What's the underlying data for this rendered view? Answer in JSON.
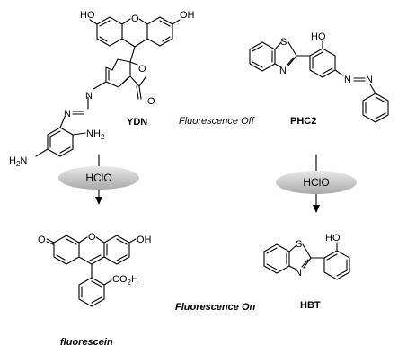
{
  "compounds": {
    "ydn": "YDN",
    "phc2": "PHC2",
    "fluorescein": "fluorescein",
    "hbt": "HBT"
  },
  "reagent": {
    "left": "HClO",
    "right": "HClO"
  },
  "annotations": {
    "off": "Fluorescence Off",
    "on": "Fluorescence On"
  },
  "atoms": {
    "oh": "OH",
    "ho": "HO",
    "o": "O",
    "n": "N",
    "s": "S",
    "nh2": "NH",
    "h2": "H",
    "n_amine": "N",
    "sub2": "2",
    "co2h": "CO",
    "h": "H"
  },
  "colors": {
    "reagent_fill": "#c6c6c6",
    "ink": "#000000"
  }
}
